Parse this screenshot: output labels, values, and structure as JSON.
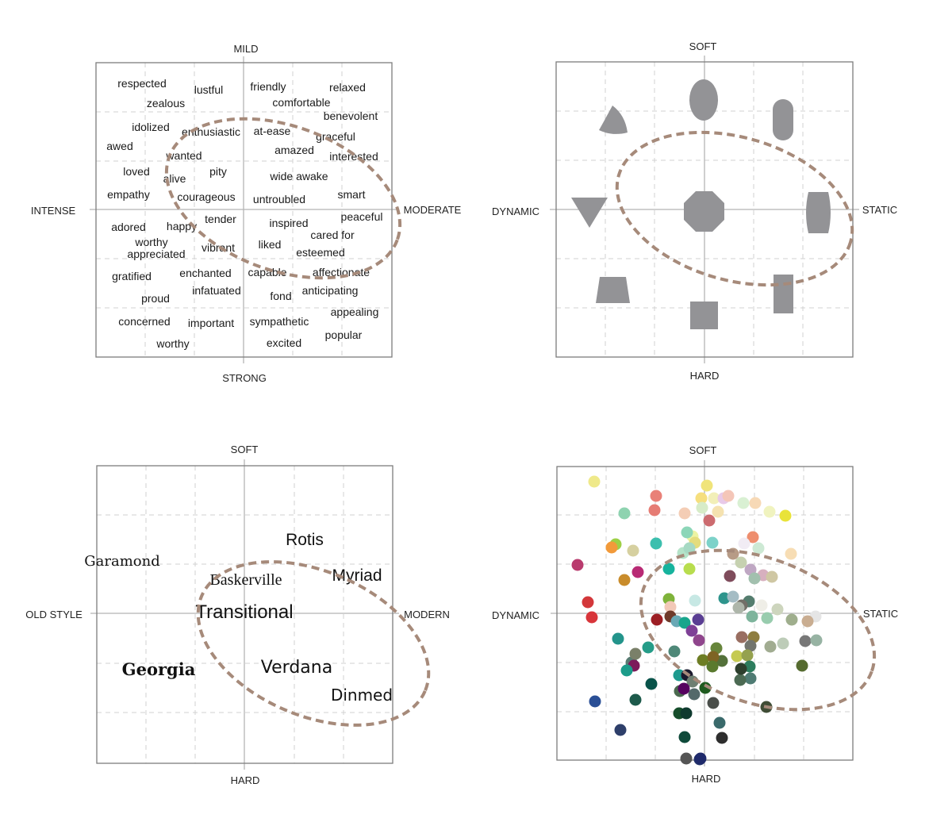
{
  "panels": {
    "emotions": {
      "axes": {
        "top": "MILD",
        "bottom": "STRONG",
        "left": "INTENSE",
        "right": "MODERATE"
      },
      "words": [
        "respected",
        "lustful",
        "friendly",
        "relaxed",
        "zealous",
        "comfortable",
        "benevolent",
        "idolized",
        "enthusiastic",
        "at-ease",
        "graceful",
        "awed",
        "amazed",
        "wanted",
        "interested",
        "loved",
        "pity",
        "alive",
        "wide awake",
        "empathy",
        "courageous",
        "smart",
        "untroubled",
        "tender",
        "peaceful",
        "adored",
        "happy",
        "inspired",
        "cared for",
        "worthy",
        "liked",
        "appreciated",
        "vibrant",
        "esteemed",
        "gratified",
        "enchanted",
        "capable",
        "affectionate",
        "infatuated",
        "proud",
        "fond",
        "anticipating",
        "appealing",
        "concerned",
        "important",
        "sympathetic",
        "worthy",
        "excited",
        "popular"
      ]
    },
    "shapes": {
      "axes": {
        "top": "SOFT",
        "bottom": "HARD",
        "left": "DYNAMIC",
        "right": "STATIC"
      },
      "shape_color": "#939396",
      "shapes": [
        "rounded-wedge",
        "ellipse",
        "pill",
        "inverted-triangle",
        "octagon",
        "barrel",
        "trapezoid",
        "rectangle",
        "square"
      ]
    },
    "typefaces": {
      "axes": {
        "top": "SOFT",
        "bottom": "HARD",
        "left": "OLD STYLE",
        "right": "MODERN"
      },
      "fonts": [
        "Garamond",
        "Rotis",
        "Baskerville",
        "Myriad",
        "Transitional",
        "Georgia",
        "Verdana",
        "Dinmed"
      ]
    },
    "colors": {
      "axes": {
        "top": "SOFT",
        "bottom": "HARD",
        "left": "DYNAMIC",
        "right": "STATIC"
      },
      "dot_colors": [
        "#efe98a",
        "#e98178",
        "#e67c74",
        "#f0e47a",
        "#f6df7e",
        "#f2efb8",
        "#e8c9e8",
        "#f4c6b8",
        "#d7ecc8",
        "#f5e2b0",
        "#d9f0d3",
        "#f0f3bf",
        "#e9e33a",
        "#8ed3b0",
        "#f4cdb5",
        "#f7d9b6",
        "#cc6b6f",
        "#ecf3a3",
        "#9dd045",
        "#f29a3a",
        "#b93b6e",
        "#3cbfae",
        "#8cd6b8",
        "#e4dc7c",
        "#7dd2c9",
        "#ee8e6e",
        "#f1ecf4",
        "#cde9d4",
        "#f7ddb4",
        "#d6d0a0",
        "#b82a74",
        "#c98c2b",
        "#b5e3c9",
        "#17b39d",
        "#b8dd4e",
        "#a6d9c3",
        "#b79b86",
        "#c6d1b0",
        "#7f4c5c",
        "#bfa7c3",
        "#d7b0bf",
        "#a2c0ae",
        "#cfc7a3",
        "#d3373a",
        "#7fb33a",
        "#f2c8b7",
        "#c7e8e4",
        "#2e948c",
        "#a4bcc4",
        "#547d6e",
        "#efeee7",
        "#cdd5bd",
        "#e5e5e5",
        "#d8353a",
        "#9c1e24",
        "#6f3a2b",
        "#69a8b5",
        "#18a58c",
        "#5a3e93",
        "#726f67",
        "#7eb49c",
        "#98ccae",
        "#9fae8d",
        "#c9ad91",
        "#aeb6aa",
        "#777777",
        "#97b3a3",
        "#7e4096",
        "#23948b",
        "#8f458c",
        "#259c88",
        "#67853b",
        "#996e61",
        "#8e7d3f",
        "#bdccb8",
        "#a1ac91",
        "#73756e",
        "#587b72",
        "#7a8069",
        "#4f8878",
        "#7c1a5a",
        "#c5ca52",
        "#54713a",
        "#6d7d24",
        "#95a14e",
        "#7e6424",
        "#5a7a2e",
        "#2c7c5d",
        "#1c9c8a",
        "#1e9a8e",
        "#4f7b73",
        "#4c6a53",
        "#2d3f2d",
        "#556b2f",
        "#1a1a2e",
        "#6e7f72",
        "#54696a",
        "#4b6a4f",
        "#3f4d35",
        "#2a4f96",
        "#1d5a4b",
        "#09534a",
        "#1f5a1f",
        "#56015f",
        "#2e3f6a",
        "#164d2b",
        "#4a4e4a",
        "#0f4a3a",
        "#24346b",
        "#3a6a6b",
        "#0f3a2f",
        "#2e2e2e",
        "#555555",
        "#1f2a6b"
      ]
    }
  }
}
